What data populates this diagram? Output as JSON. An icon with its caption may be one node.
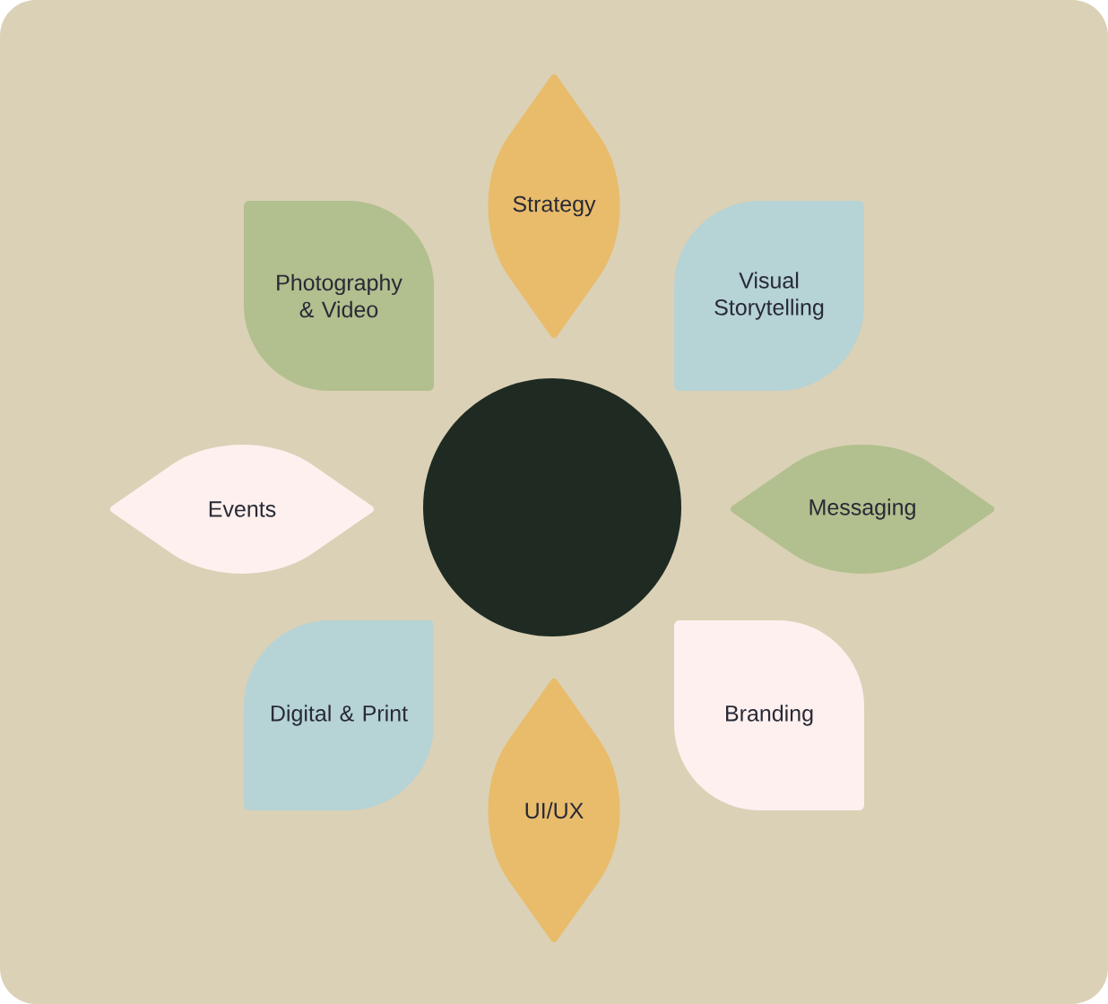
{
  "diagram": {
    "nodes": [
      {
        "text": [
          "Strategy"
        ]
      },
      {
        "text": [
          "Photography & Video"
        ]
      },
      {
        "text": [
          "Visual Storytelling"
        ]
      },
      {
        "text": [
          "Events"
        ]
      },
      {
        "text": [],
        "shape": "circle"
      },
      {
        "text": [
          "Messaging"
        ]
      },
      {
        "text": [
          "Digital & Print"
        ]
      },
      {
        "text": [
          "Branding"
        ]
      },
      {
        "text": [
          "UI/UX"
        ]
      }
    ]
  }
}
